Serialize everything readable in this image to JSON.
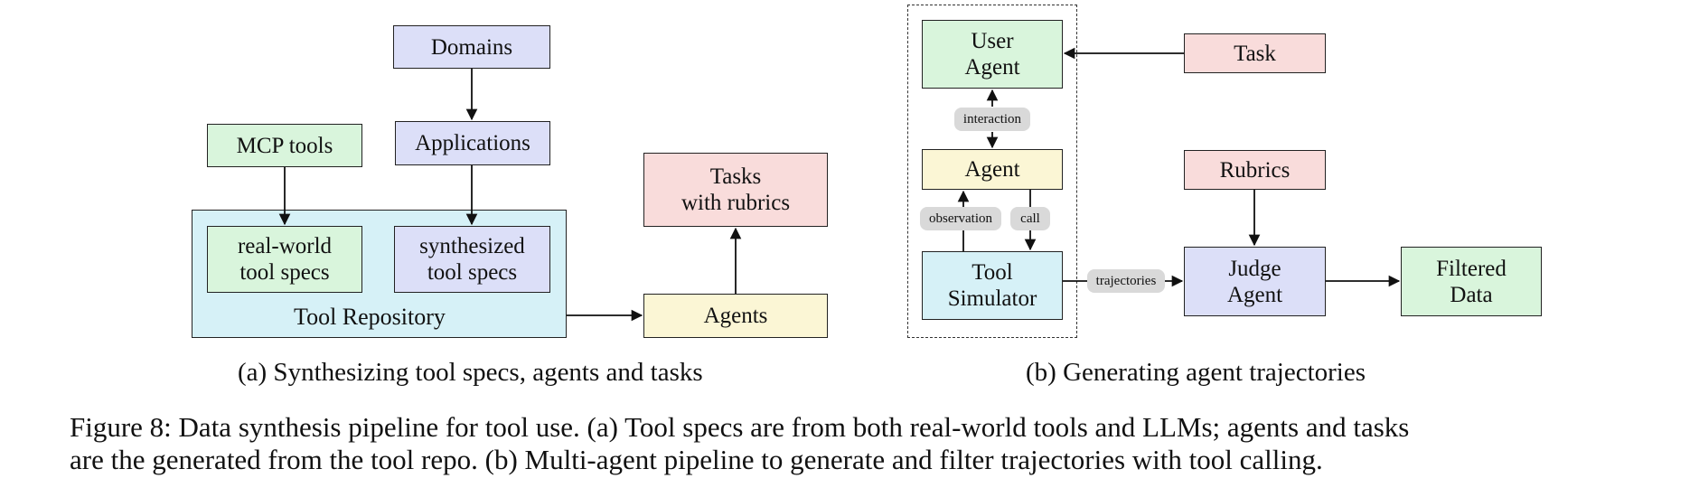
{
  "panel_a": {
    "domains": "Domains",
    "mcp_tools": "MCP tools",
    "applications": "Applications",
    "real_world_specs": "real-world\ntool specs",
    "synth_specs": "synthesized\ntool specs",
    "tool_repository": "Tool Repository",
    "tasks": "Tasks\nwith rubrics",
    "agents": "Agents",
    "caption": "(a) Synthesizing tool specs, agents and tasks"
  },
  "panel_b": {
    "user_agent": "User\nAgent",
    "task": "Task",
    "interaction": "interaction",
    "agent": "Agent",
    "observation": "observation",
    "call": "call",
    "tool_simulator": "Tool\nSimulator",
    "trajectories": "trajectories",
    "rubrics": "Rubrics",
    "judge_agent": "Judge\nAgent",
    "filtered_data": "Filtered\nData",
    "caption": "(b) Generating agent trajectories"
  },
  "figure_caption": {
    "line1": "Figure 8: Data synthesis pipeline for tool use. (a) Tool specs are from both real-world tools and LLMs; agents and tasks",
    "line2": "are the generated from the tool repo. (b) Multi-agent pipeline to generate and filter trajectories with tool calling."
  },
  "colors": {
    "blue": "#dcdff8",
    "green": "#d9f5dc",
    "cyan": "#d6f1f7",
    "red": "#f9dcdb",
    "yellow": "#fbf6d5",
    "pill": "#d9d9d9"
  }
}
